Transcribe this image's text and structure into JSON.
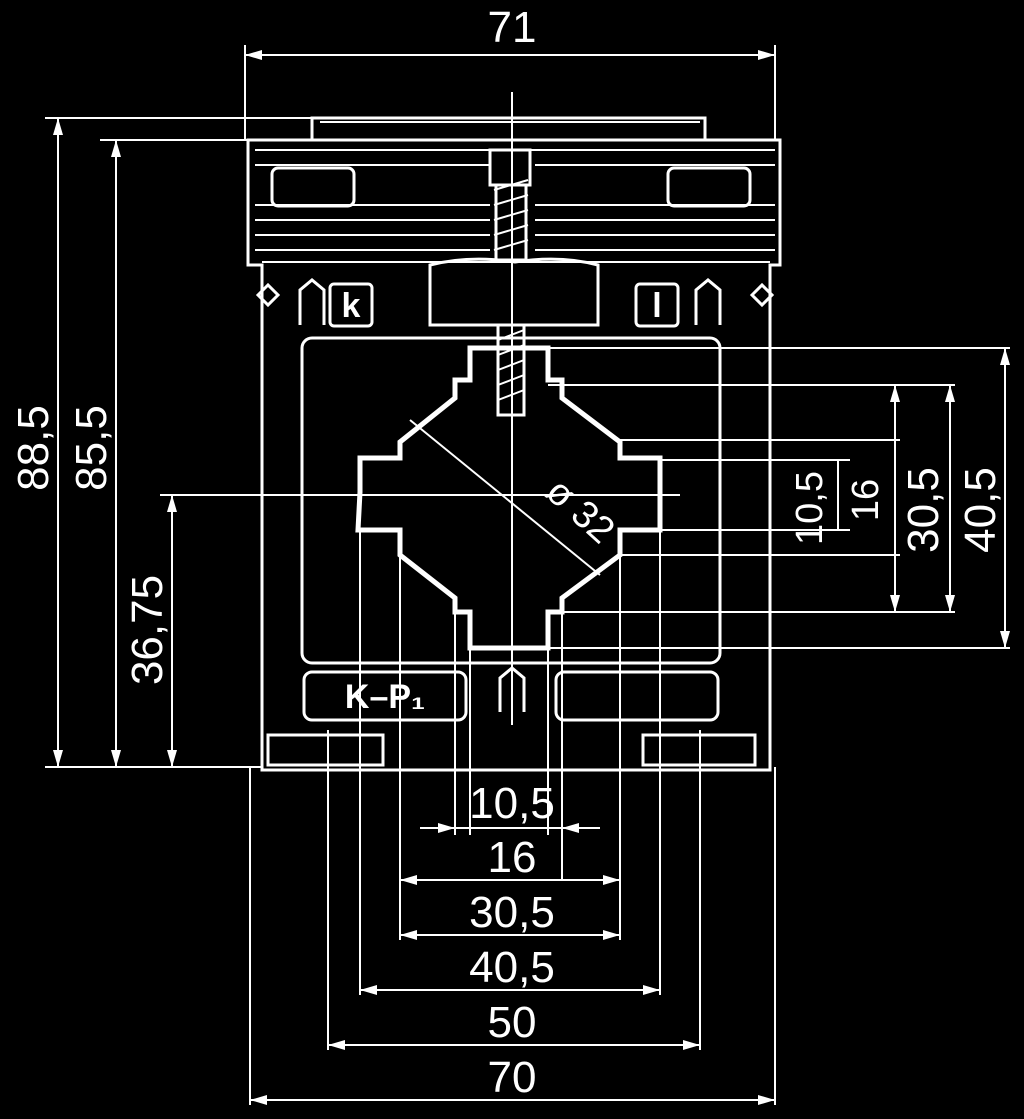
{
  "drawing": {
    "top_width": "71",
    "left_heights": [
      "88,5",
      "85,5",
      "36,75"
    ],
    "diameter": "ø 32",
    "right_dims": [
      "10,5",
      "16",
      "30,5",
      "40,5"
    ],
    "bottom_dims": [
      "10,5",
      "16",
      "30,5",
      "40,5",
      "50",
      "70"
    ],
    "terminal_k": "k",
    "terminal_l": "l",
    "marking": "K–P₁"
  },
  "colors": {
    "background": "#000000",
    "lines": "#ffffff"
  }
}
